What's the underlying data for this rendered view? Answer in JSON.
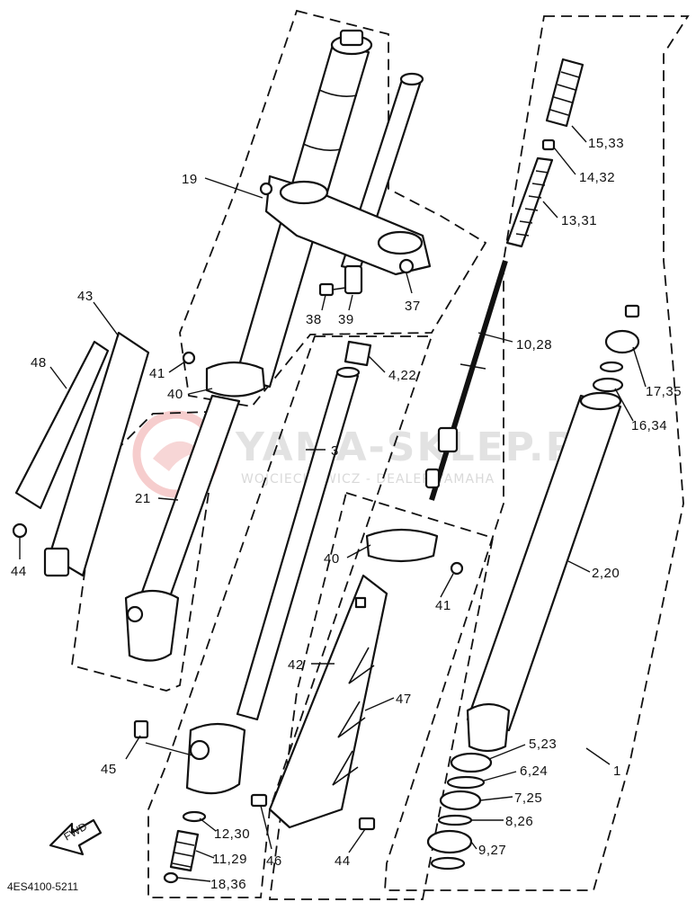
{
  "diagram_code": "4ES4100-5211",
  "watermark": {
    "title": "YAMA-SKLEP.PL",
    "subtitle": "WOJCIECHOWICZ - DEALER YAMAHA"
  },
  "direction_arrow": {
    "label": "FWD"
  },
  "callouts": [
    {
      "id": "1",
      "text": "1"
    },
    {
      "id": "2_20",
      "text": "2,20"
    },
    {
      "id": "3",
      "text": "3"
    },
    {
      "id": "4_22",
      "text": "4,22"
    },
    {
      "id": "5_23",
      "text": "5,23"
    },
    {
      "id": "6_24",
      "text": "6,24"
    },
    {
      "id": "7_25",
      "text": "7,25"
    },
    {
      "id": "8_26",
      "text": "8,26"
    },
    {
      "id": "9_27",
      "text": "9,27"
    },
    {
      "id": "10_28",
      "text": "10,28"
    },
    {
      "id": "11_29",
      "text": "11,29"
    },
    {
      "id": "12_30",
      "text": "12,30"
    },
    {
      "id": "13_31",
      "text": "13,31"
    },
    {
      "id": "14_32",
      "text": "14,32"
    },
    {
      "id": "15_33",
      "text": "15,33"
    },
    {
      "id": "16_34",
      "text": "16,34"
    },
    {
      "id": "17_35",
      "text": "17,35"
    },
    {
      "id": "18_36",
      "text": "18,36"
    },
    {
      "id": "19",
      "text": "19"
    },
    {
      "id": "21",
      "text": "21"
    },
    {
      "id": "37",
      "text": "37"
    },
    {
      "id": "38",
      "text": "38"
    },
    {
      "id": "39",
      "text": "39"
    },
    {
      "id": "40a",
      "text": "40"
    },
    {
      "id": "40b",
      "text": "40"
    },
    {
      "id": "41a",
      "text": "41"
    },
    {
      "id": "41b",
      "text": "41"
    },
    {
      "id": "42",
      "text": "42"
    },
    {
      "id": "43",
      "text": "43"
    },
    {
      "id": "44a",
      "text": "44"
    },
    {
      "id": "44b",
      "text": "44"
    },
    {
      "id": "45",
      "text": "45"
    },
    {
      "id": "46",
      "text": "46"
    },
    {
      "id": "47",
      "text": "47"
    },
    {
      "id": "48",
      "text": "48"
    }
  ]
}
